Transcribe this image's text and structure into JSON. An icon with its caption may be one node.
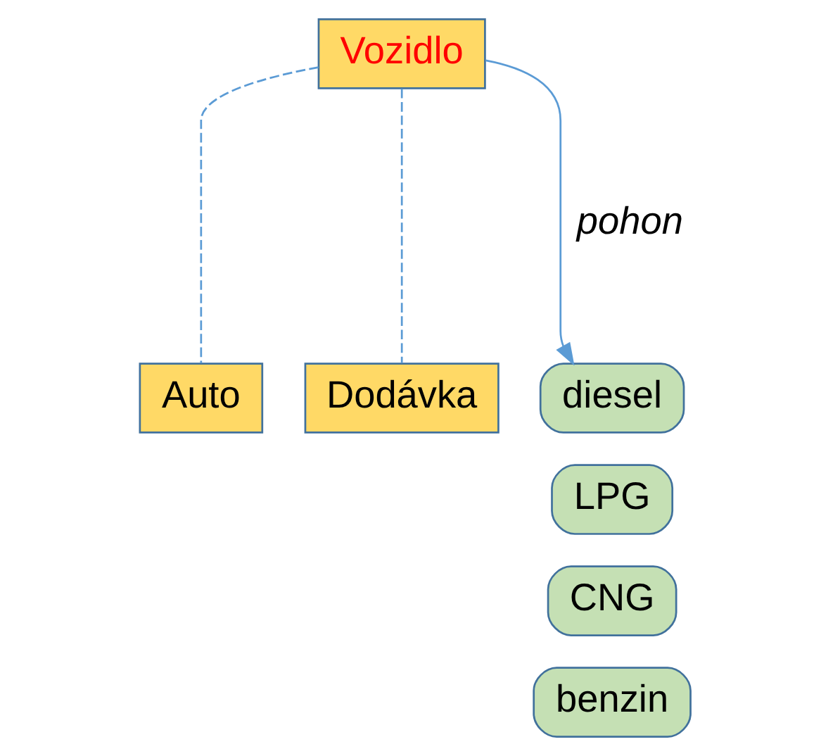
{
  "diagram": {
    "nodes": [
      {
        "text": [
          "Vozidlo"
        ]
      },
      {
        "text": [
          "Auto"
        ]
      },
      {
        "text": [
          "Dodávka"
        ]
      },
      {
        "text": [
          "diesel"
        ]
      },
      {
        "text": [
          "LPG"
        ]
      },
      {
        "text": [
          "CNG"
        ]
      },
      {
        "text": [
          "benzin"
        ]
      }
    ],
    "edges": [
      {
        "from": 0,
        "to": 1,
        "arrow": "none",
        "style": "dashed"
      },
      {
        "from": 0,
        "to": 2,
        "arrow": "none",
        "style": "dashed"
      },
      {
        "from": 0,
        "to": 3,
        "arrow": "to",
        "label": "pohon"
      }
    ]
  }
}
